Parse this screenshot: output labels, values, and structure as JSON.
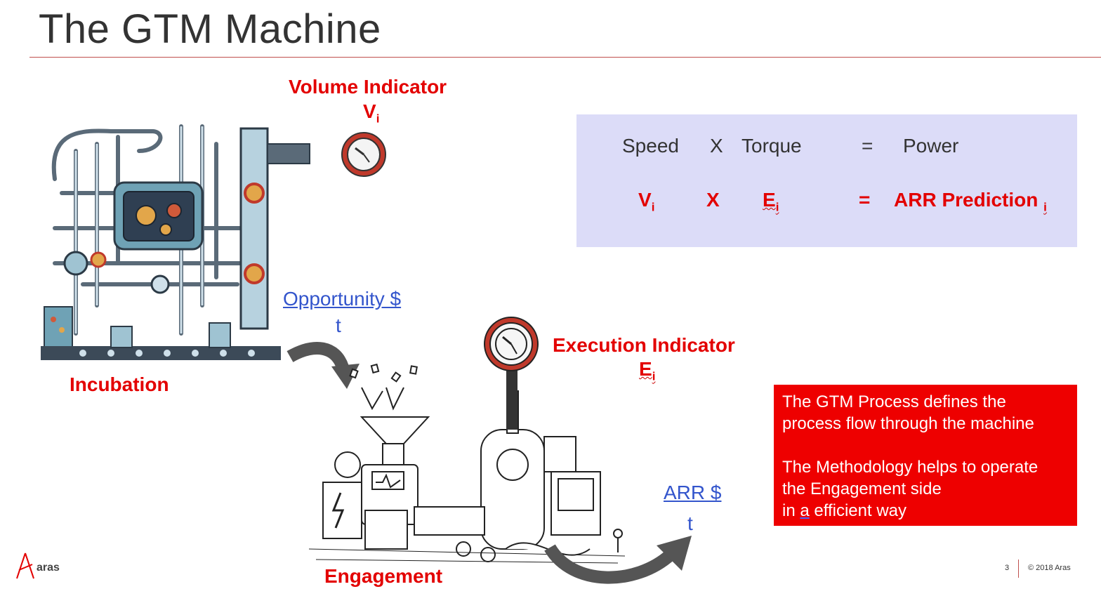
{
  "slide": {
    "title": "The GTM Machine",
    "page_number": "3",
    "copyright": "© 2018 Aras",
    "logo_text": "aras"
  },
  "labels": {
    "volume_indicator": "Volume Indicator",
    "volume_symbol": "V",
    "volume_sub": "i",
    "execution_indicator": "Execution Indicator",
    "execution_symbol": "E",
    "execution_sub": "i",
    "incubation": "Incubation",
    "engagement": "Engagement",
    "opportunity": "Opportunity $",
    "opportunity_t": "t",
    "arr": "ARR $",
    "arr_t": "t"
  },
  "formula": {
    "row1": {
      "speed": "Speed",
      "x": "X",
      "torque": "Torque",
      "eq": "=",
      "power": "Power"
    },
    "row2": {
      "v": "V",
      "v_sub": "i",
      "x": "X",
      "e": "E",
      "e_sub": "i",
      "eq": "=",
      "arr": "ARR Prediction",
      "arr_sub": "i"
    }
  },
  "callout": {
    "line1": "The GTM Process defines the",
    "line2": "process flow through the machine",
    "line3": "The Methodology helps to operate",
    "line4": "the Engagement side",
    "line5_pre": "in ",
    "line5_a": "a",
    "line5_post": " efficient way"
  },
  "colors": {
    "accent_red": "#e30000",
    "callout_red": "#ee0000",
    "formula_bg": "#dcdcf8",
    "link_blue": "#3355cc",
    "rule": "#c0504d"
  }
}
